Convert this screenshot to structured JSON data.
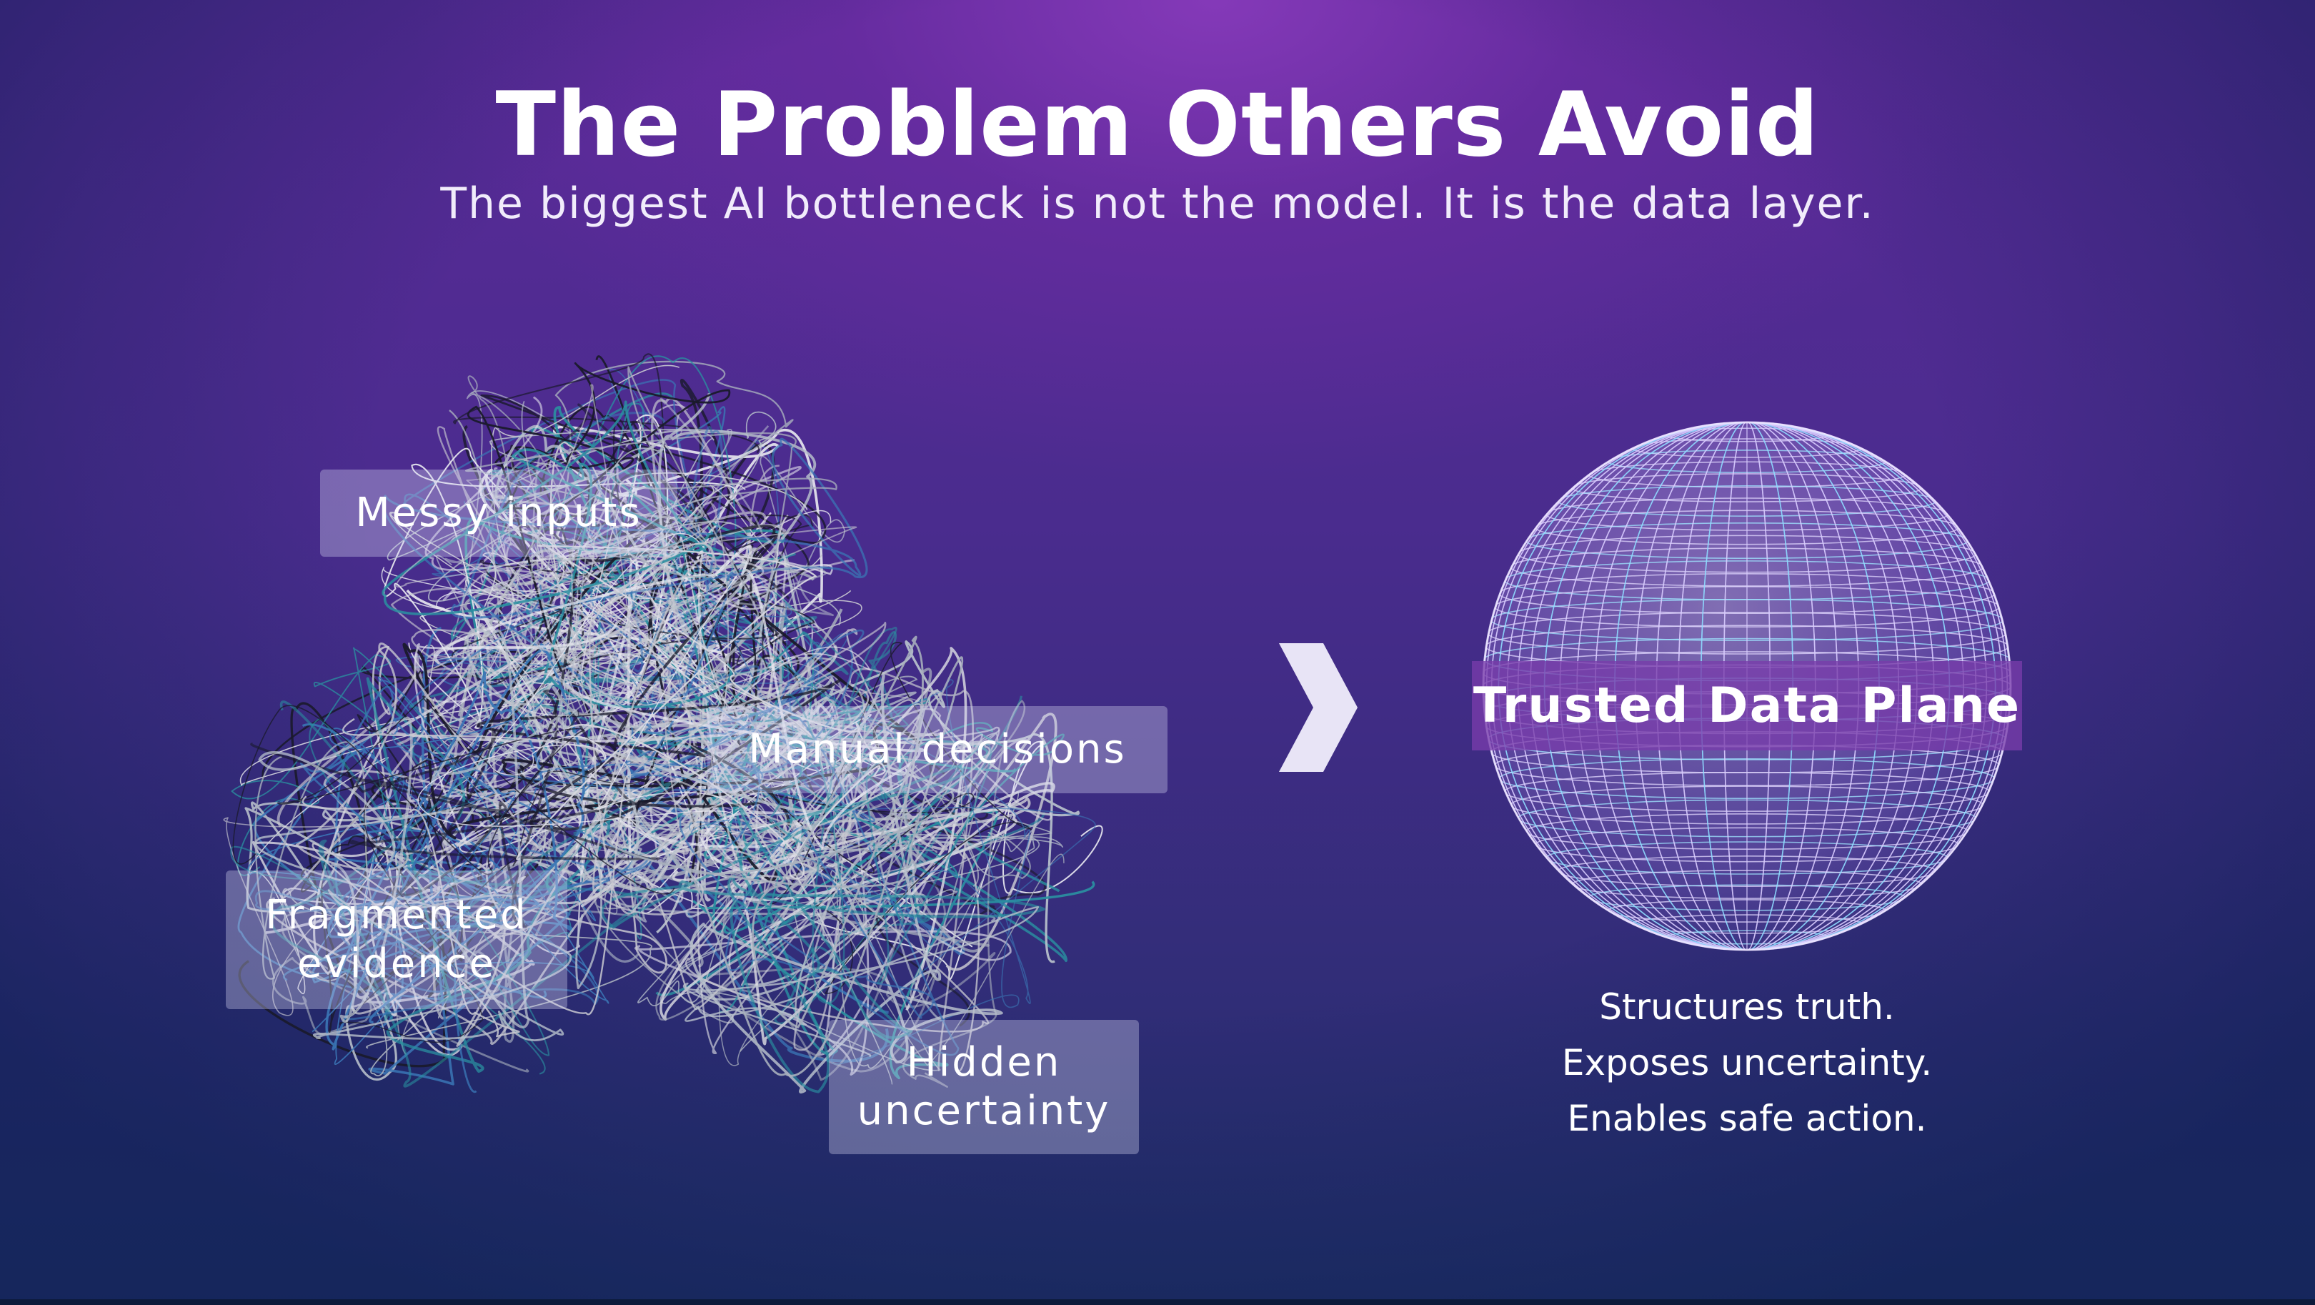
{
  "header": {
    "title": "The Problem Others Avoid",
    "subtitle": "The biggest AI bottleneck is not the model. It is the data layer."
  },
  "problem_labels": {
    "messy_inputs": "Messy inputs",
    "manual_decisions": "Manual decisions",
    "fragmented_evidence": "Fragmented evidence",
    "hidden_uncertainty": "Hidden uncertainty"
  },
  "solution": {
    "label": "Trusted Data Plane",
    "benefits": [
      "Structures truth.",
      "Exposes uncertainty.",
      "Enables safe action."
    ]
  },
  "icons": {
    "arrow": "chevron-right-icon",
    "sphere": "wireframe-sphere-icon",
    "tangle": "tangled-lines-graphic"
  },
  "colors": {
    "background_top": "#7a35b0",
    "background_bottom": "#23306a",
    "label_box": "#c9c6ec",
    "plane_band": "#7a3caa",
    "sphere_grid": "#d9d2ff"
  }
}
